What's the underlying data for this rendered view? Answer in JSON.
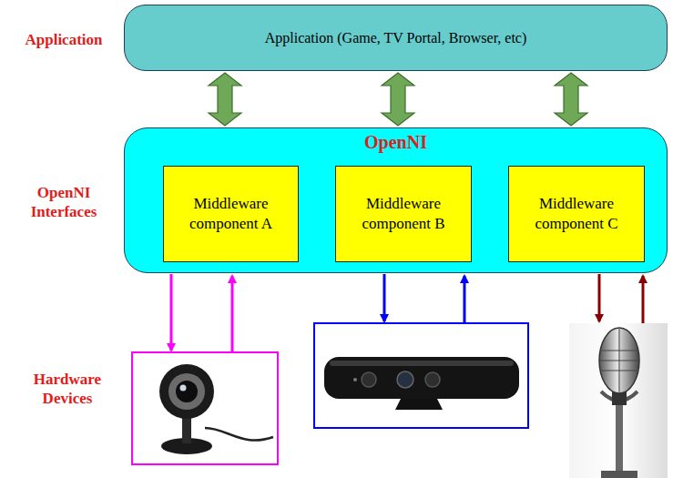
{
  "diagram": {
    "nodes": [
      {
        "text": [
          "Application (Game, TV Portal, Browser, etc)"
        ]
      },
      {
        "text": [
          "OpenNI"
        ]
      },
      {
        "text": [
          "Middleware component A"
        ],
        "in": 1
      },
      {
        "text": [
          "Middleware component B"
        ],
        "in": 1
      },
      {
        "text": [
          "Middleware component C"
        ],
        "in": 1
      }
    ],
    "edges": [
      {
        "from": 0,
        "to": 1,
        "arrow": "both"
      },
      {
        "from": 0,
        "to": 1,
        "arrow": "both"
      },
      {
        "from": 0,
        "to": 1,
        "arrow": "both"
      }
    ],
    "labels": [
      "Application",
      "OpenNI Interfaces",
      "Hardware Devices"
    ]
  }
}
